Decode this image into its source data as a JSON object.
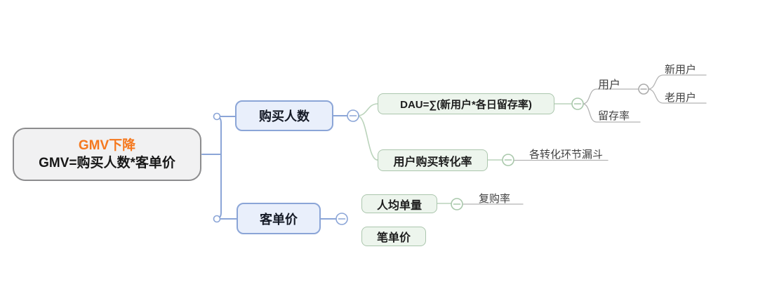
{
  "mindmap": {
    "root": {
      "title": "GMV下降",
      "subtitle": "GMV=购买人数*客单价"
    },
    "nodes": {
      "buyers": "购买人数",
      "price": "客单价",
      "dau": "DAU=∑(新用户*各日留存率)",
      "conversion": "用户购买转化率",
      "per_capita": "人均单量",
      "per_order": "笔单价",
      "user": "用户",
      "retention": "留存率",
      "new_user": "新用户",
      "old_user": "老用户",
      "funnel": "各转化环节漏斗",
      "repurchase": "复购率"
    },
    "icons": {
      "collapse_button": "minus-circle-icon",
      "junction": "open-circle-icon"
    },
    "colors": {
      "root_title": "#f5781e",
      "root_fill": "#f1f1f2",
      "root_border": "#8c8c8e",
      "blue_border": "#8ba5d7",
      "blue_fill": "#e9effb",
      "green_border": "#abc6ad",
      "green_fill": "#edf5ed",
      "green_line": "#bad3bb",
      "gray_line": "#b3b3b3",
      "text_dark": "#1d1d1d"
    }
  }
}
